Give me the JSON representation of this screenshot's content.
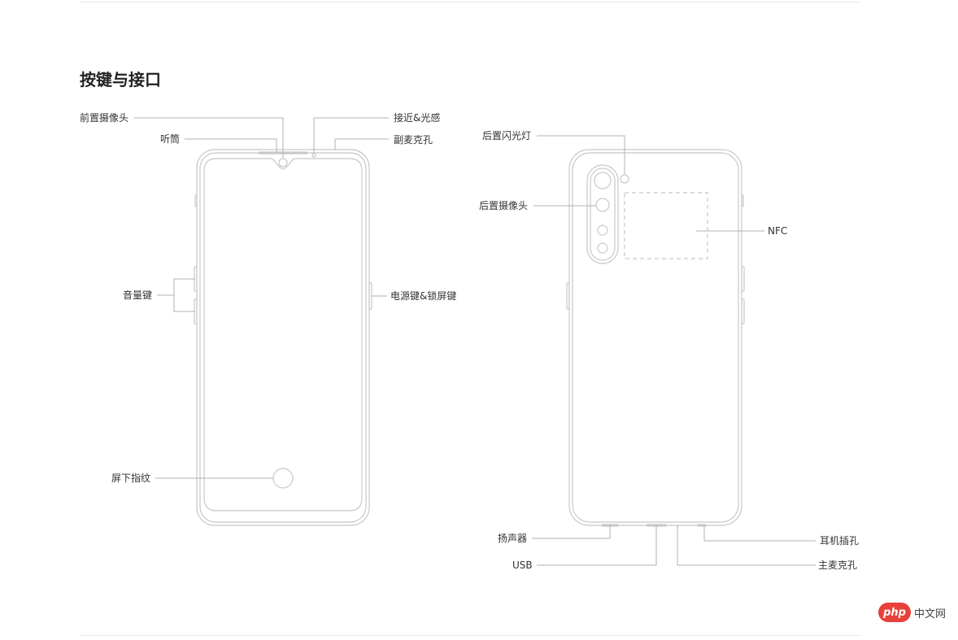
{
  "section_title": "按键与接口",
  "front_labels": {
    "front_camera": "前置摄像头",
    "earpiece": "听筒",
    "proximity_light": "接近&光感",
    "secondary_mic": "副麦克孔",
    "volume_keys": "音量键",
    "power_lock_key": "电源键&锁屏键",
    "fingerprint": "屏下指纹"
  },
  "back_labels": {
    "rear_flash": "后置闪光灯",
    "rear_camera": "后置摄像头",
    "nfc": "NFC",
    "speaker": "扬声器",
    "usb": "USB",
    "headphone_jack": "耳机插孔",
    "main_mic": "主麦克孔"
  },
  "watermark": {
    "logo_text": "php",
    "site_text": "中文网"
  },
  "colors": {
    "outline": "#c8c8c8",
    "leader_line": "#b0b0b0",
    "nfc_dash": "#c8c8c8",
    "label_text": "#333333",
    "logo_bg": "#e8403a"
  }
}
